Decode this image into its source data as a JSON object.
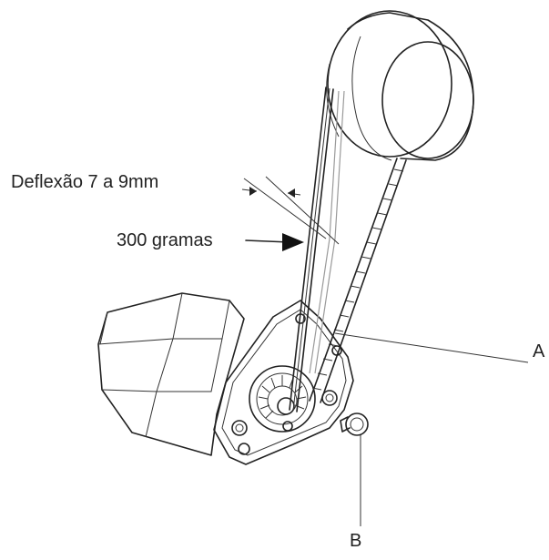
{
  "labels": {
    "deflection": "Deflexão  7 a 9mm",
    "weight": "300 gramas",
    "part_a": "A",
    "part_b": "B"
  },
  "colors": {
    "line": "#222222",
    "background": "#ffffff",
    "ghost_belt": "#9a9a9a"
  }
}
